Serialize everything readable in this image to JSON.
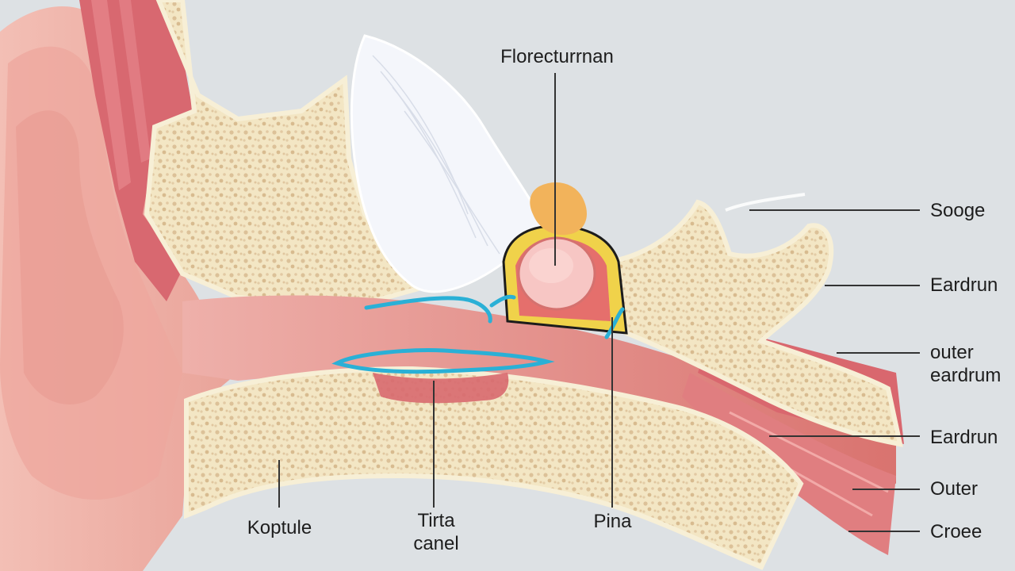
{
  "labels": {
    "top": "Florecturrnan",
    "right": [
      "Sooge",
      "Eardrun",
      "outer",
      "eardrum",
      "Eardrun",
      "Outer",
      "Croee"
    ],
    "bottom": {
      "left": "Koptule",
      "middle_line1": "Tirta",
      "middle_line2": "canel",
      "right": "Pina"
    }
  },
  "colors": {
    "background": "#dde1e4",
    "skin": "#f0b4aa",
    "bone": "#f3e6c4",
    "bone_dots": "#d9bd92",
    "canal": "#e39b98",
    "muscle": "#d8696f",
    "cyan_outline": "#2ab0d6",
    "yellow_outline": "#f0d24a",
    "leader_line": "#333333"
  }
}
